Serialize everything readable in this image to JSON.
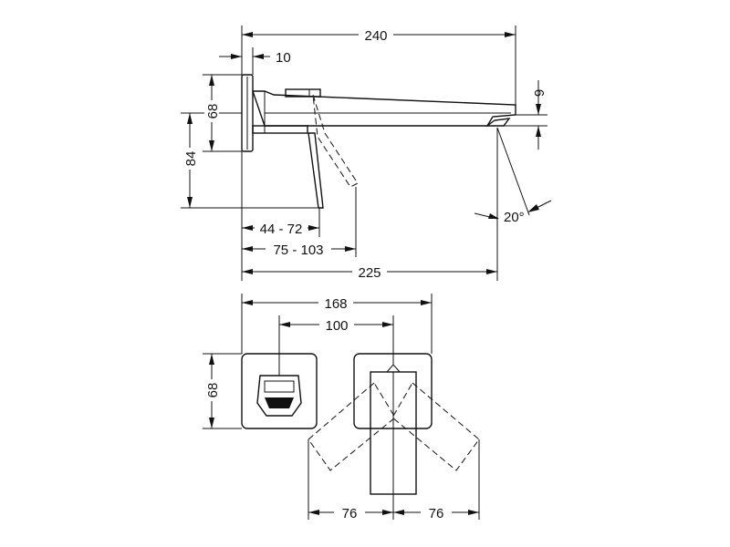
{
  "side_view": {
    "dims": {
      "total_length": "240",
      "plate_thickness": "10",
      "plate_height": "68",
      "lever_drop": "84",
      "spout_tip": "9",
      "lever_range_a": "44 - 72",
      "lever_range_b": "75 - 103",
      "projection": "225",
      "angle": "20°"
    }
  },
  "front_view": {
    "dims": {
      "spacing": "168",
      "center_offset": "100",
      "plate_height": "68",
      "swing_left": "76",
      "swing_right": "76"
    }
  },
  "colors": {
    "line": "#111111",
    "background": "#ffffff"
  }
}
